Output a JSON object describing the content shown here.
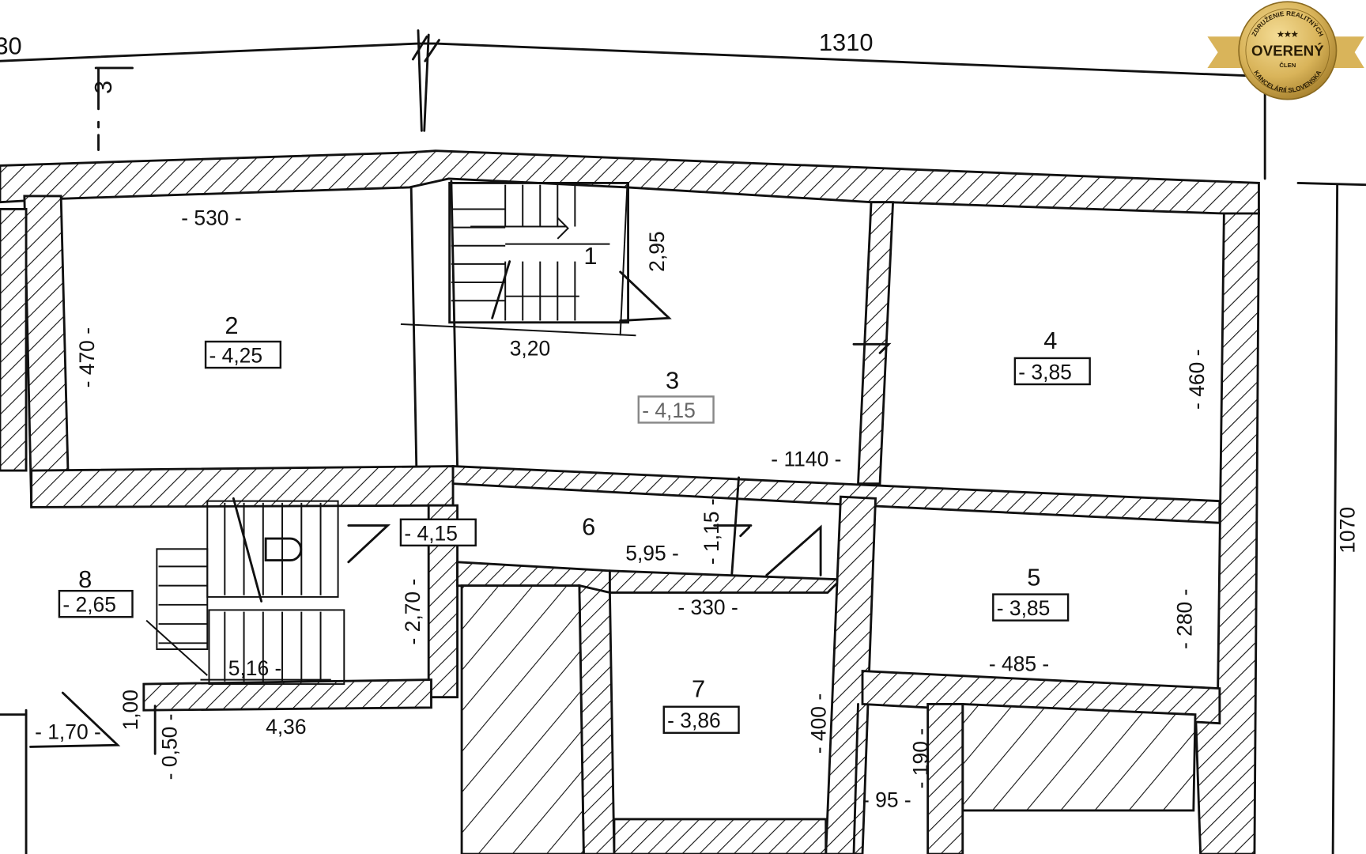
{
  "plan": {
    "section_marker": "3",
    "dimensions": {
      "top_left_partial": "30",
      "top_total": "1310",
      "right_total": "1070",
      "room2_width": "- 530 -",
      "room2_depth": "- 470 -",
      "stair_depth": "2,95",
      "stair_width": "3,20",
      "room3_width": "- 1140 -",
      "room4_depth": "- 460 -",
      "hall_length": "5,95 -",
      "hall_height": "- 1,15 -",
      "hall_side": "- 2,70 -",
      "stair8_len": "5,16 -",
      "room7_width": "- 330 -",
      "room7_depth": "- 400 -",
      "room5_depth": "- 280 -",
      "room5_width": "- 485 -",
      "niche_depth": "- 190 -",
      "niche_width": "- 95 -",
      "door_height": "1,00",
      "door_width": "- 1,70 -",
      "step": "- 0,50 -",
      "bottom_len": "4,36"
    },
    "rooms": [
      {
        "number": "1",
        "level": ""
      },
      {
        "number": "2",
        "level": "- 4,25"
      },
      {
        "number": "3",
        "level": "- 4,15"
      },
      {
        "number": "4",
        "level": "- 3,85"
      },
      {
        "number": "5",
        "level": "- 3,85"
      },
      {
        "number": "6",
        "level": "- 4,15"
      },
      {
        "number": "7",
        "level": "- 3,86"
      },
      {
        "number": "8",
        "level": "- 2,65"
      }
    ]
  },
  "badge": {
    "top_text": "ZDRUŽENIE REALITNÝCH",
    "title": "OVERENÝ",
    "subtitle": "ČLEN",
    "bottom_text": "KANCELÁRIÍ SLOVENSKA",
    "gold": "#d9b45a",
    "gold_dark": "#a57f2c"
  }
}
